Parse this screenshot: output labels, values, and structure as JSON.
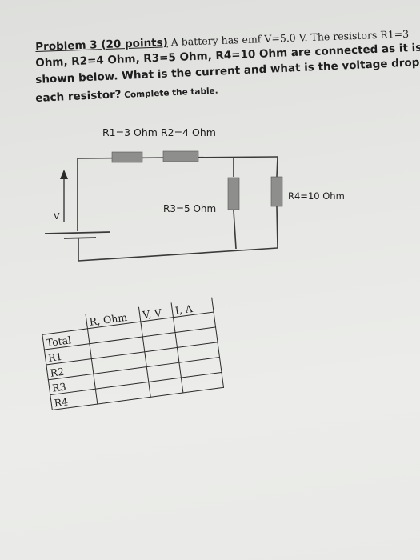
{
  "problem": {
    "title": "Problem 3 (20 points)",
    "line1_rest": " A battery has emf V=5.0 V. The resistors R1=3",
    "line2": "Ohm, R2=4 Ohm, R3=5 Ohm, R4=10 Ohm are connected as it is",
    "line3": "shown below. What is the current and what is the voltage drop at",
    "line4_main": "each resistor?",
    "line4_small": " Complete the table."
  },
  "circuit": {
    "r1r2_label": "R1=3 Ohm   R2=4 Ohm",
    "r3_label": "R3=5 Ohm",
    "r4_label": "R4=10 Ohm",
    "v_label": "V"
  },
  "table": {
    "headers": [
      "",
      "R, Ohm",
      "V, V",
      "I, A"
    ],
    "rows": [
      "Total",
      "R1",
      "R2",
      "R3",
      "R4"
    ]
  },
  "colors": {
    "paper": "#e6e7e4",
    "ink": "#1e1e1e",
    "wire": "#3a3a3a",
    "resistor": "#8e8f8d"
  }
}
